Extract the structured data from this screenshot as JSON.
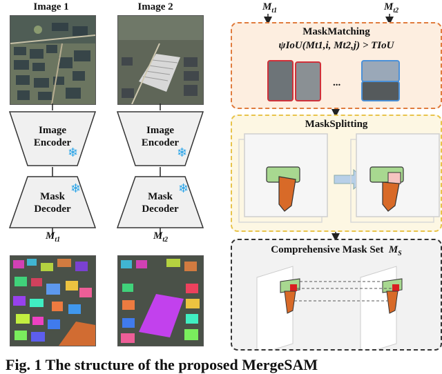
{
  "left": {
    "image1_title": "Image 1",
    "image2_title": "Image 2",
    "encoder_label_line1": "Image",
    "encoder_label_line2": "Encoder",
    "decoder_label_line1": "Mask",
    "decoder_label_line2": "Decoder",
    "mask_t1_label": "M",
    "mask_t1_sub": "t1",
    "mask_t2_label": "M",
    "mask_t2_sub": "t2",
    "frozen_icon": "snowflake-icon"
  },
  "right": {
    "input_t1_label": "M",
    "input_t1_sub": "t1",
    "input_t2_label": "M",
    "input_t2_sub": "t2",
    "matching": {
      "title": "MaskMatching",
      "formula": "ψIoU(Mt1,i, Mt2,j) > TIoU",
      "ellipsis": "...",
      "border_color": "#e07b3c",
      "fill_color": "#fdeee0"
    },
    "splitting": {
      "title": "MaskSplitting",
      "border_color": "#e8c34a",
      "fill_color": "#fdf7e3"
    },
    "mask_set": {
      "title": "Comprehensive Mask Set",
      "symbol": "M",
      "symbol_sub": "S",
      "border_color": "#333333",
      "fill_color": "#f2f2f2"
    }
  },
  "caption": "Fig. 1 The structure of the proposed MergeSAM"
}
